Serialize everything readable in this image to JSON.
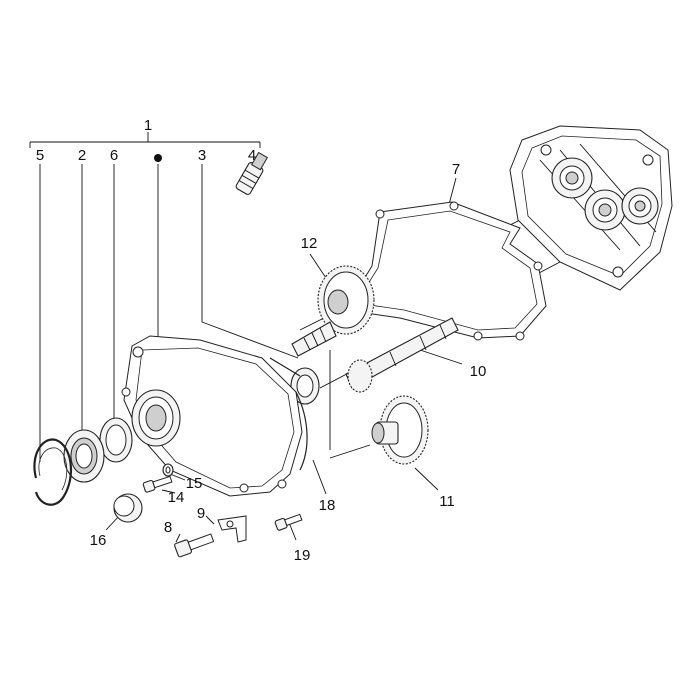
{
  "diagram": {
    "callouts": [
      {
        "id": "1",
        "text": "1"
      },
      {
        "id": "2",
        "text": "2"
      },
      {
        "id": "3",
        "text": "3"
      },
      {
        "id": "4",
        "text": "4"
      },
      {
        "id": "5",
        "text": "5"
      },
      {
        "id": "6",
        "text": "6"
      },
      {
        "id": "7",
        "text": "7"
      },
      {
        "id": "8",
        "text": "8"
      },
      {
        "id": "9",
        "text": "9"
      },
      {
        "id": "10",
        "text": "10"
      },
      {
        "id": "11",
        "text": "11"
      },
      {
        "id": "12",
        "text": "12"
      },
      {
        "id": "14",
        "text": "14"
      },
      {
        "id": "15",
        "text": "15"
      },
      {
        "id": "16",
        "text": "16"
      },
      {
        "id": "18",
        "text": "18"
      },
      {
        "id": "19",
        "text": "19"
      }
    ]
  }
}
